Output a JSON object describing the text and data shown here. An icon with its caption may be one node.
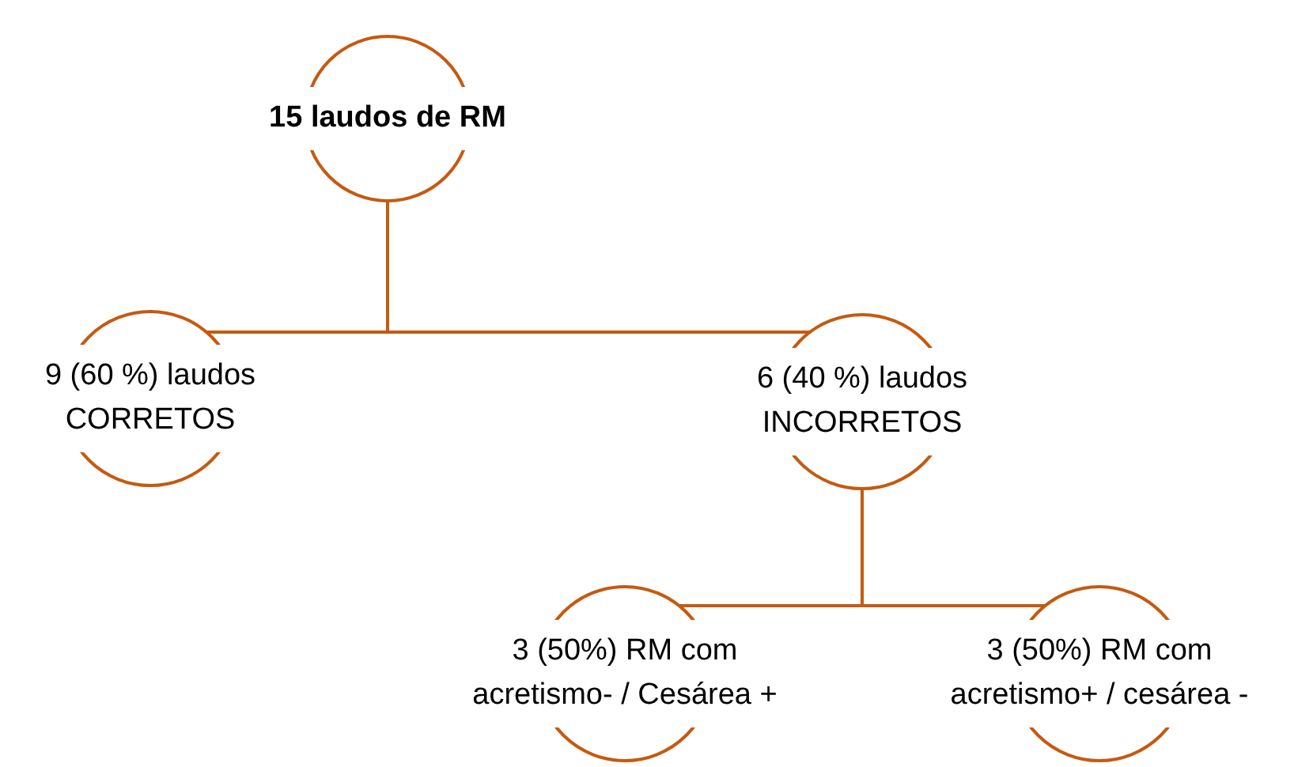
{
  "diagram": {
    "nodes": [
      {
        "text": [
          "15 laudos de RM"
        ]
      },
      {
        "text": [
          "9 (60 %) laudos CORRETOS"
        ]
      },
      {
        "text": [
          "6 (40 %) laudos INCORRETOS"
        ]
      },
      {
        "text": [
          "3 (50%) RM com acretismo- / Cesárea +"
        ]
      },
      {
        "text": [
          "3 (50%) RM com acretismo+ / cesárea -"
        ]
      }
    ],
    "edges": [
      {
        "from": 0,
        "to": 1,
        "arrow": "none"
      },
      {
        "from": 0,
        "to": 2,
        "arrow": "none"
      },
      {
        "from": 2,
        "to": 3,
        "arrow": "none"
      },
      {
        "from": 2,
        "to": 4,
        "arrow": "none"
      }
    ]
  }
}
